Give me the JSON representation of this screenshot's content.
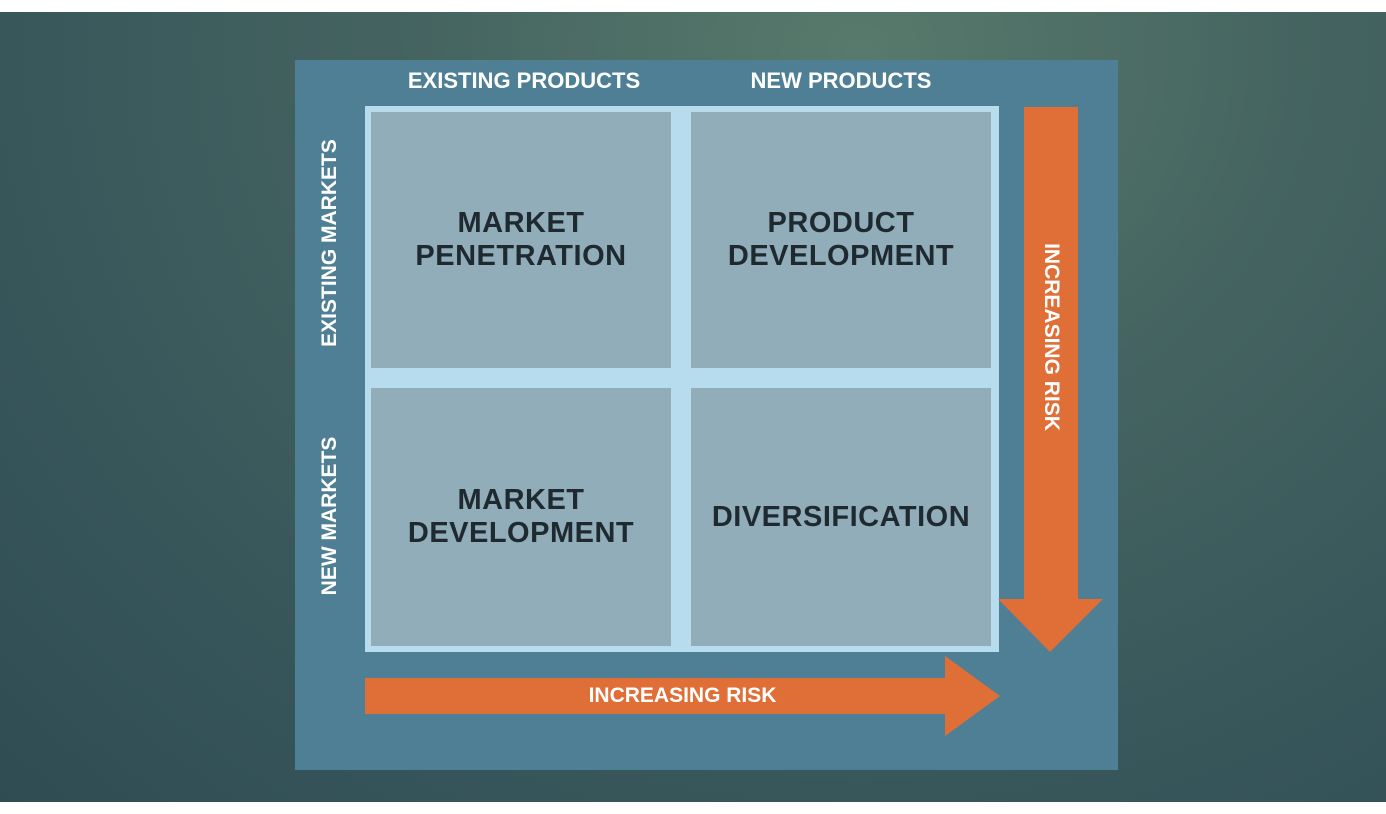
{
  "matrix": {
    "column_headers": [
      "EXISTING PRODUCTS",
      "NEW PRODUCTS"
    ],
    "row_headers": [
      "EXISTING MARKETS",
      "NEW MARKETS"
    ],
    "cells": [
      "MARKET\nPENETRATION",
      "PRODUCT\nDEVELOPMENT",
      "MARKET\nDEVELOPMENT",
      "DIVERSIFICATION"
    ]
  },
  "arrows": {
    "horizontal_label": "INCREASING RISK",
    "vertical_label": "INCREASING RISK"
  },
  "colors": {
    "background": "#3f5e5d",
    "panel": "#4e7f94",
    "grid_frame": "#b7dced",
    "cell": "#92adba",
    "arrow": "#e06e37",
    "cell_text": "#1e2a30",
    "header_text": "#ffffff"
  }
}
